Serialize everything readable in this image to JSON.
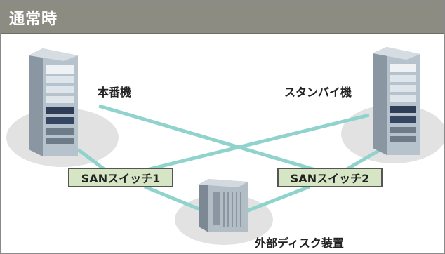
{
  "header": {
    "title": "通常時"
  },
  "nodes": {
    "primary": {
      "label": "本番機",
      "icon": "server-tower-icon"
    },
    "standby": {
      "label": "スタンバイ機",
      "icon": "server-tower-icon"
    },
    "storage": {
      "label": "外部ディスク装置",
      "icon": "disk-array-icon"
    }
  },
  "switches": {
    "san1": {
      "label": "SANスイッチ1"
    },
    "san2": {
      "label": "SANスイッチ2"
    }
  },
  "colors": {
    "header_bg": "#8c8c82",
    "link_line": "#8fd3cc",
    "switch_bg": "#d6e5c3",
    "shadow_ellipse": "#e3e3e3"
  }
}
